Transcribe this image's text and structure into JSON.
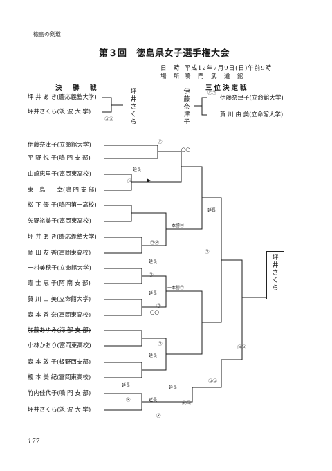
{
  "header": {
    "running_head": "徳島の剣道",
    "title": "第３回　徳島県女子選手権大会",
    "date_label": "日　時",
    "date_value": "平成12年7月9日(日)午前9時",
    "venue_label": "場　所",
    "venue_value": "鳴　門　武　道　館"
  },
  "final": {
    "heading": "決　勝　戦",
    "player_a": "坪 井 あ き(慶応義塾大学)",
    "player_b": "坪井さくら(筑 波 大 学)",
    "winner_vertical": "坪井さくら",
    "score": "㋙㋱"
  },
  "third_place": {
    "heading": "三位決定戦",
    "player_a": "伊藤奈津子(立命館大学)",
    "player_b": "賀 川 由 美(立命館大学)",
    "winner_vertical": "伊藤奈津子",
    "score": "㋱㋙"
  },
  "bracket": {
    "players": [
      {
        "name": "伊藤奈津子(立命館大学)",
        "struck": false
      },
      {
        "name": "平 野 悦 子(鳴 門 支 部)",
        "struck": false
      },
      {
        "name": "山崎恵里子(富岡東高校)",
        "struck": false
      },
      {
        "name": "東　島　　幸(鳴 門 支 部)",
        "struck": true
      },
      {
        "name": "松 下 優 子(鳴門第一高校)",
        "struck": true
      },
      {
        "name": "矢野裕美子(富岡東高校)",
        "struck": false
      },
      {
        "name": "坪 井 あ き(慶応義塾大学)",
        "struck": false
      },
      {
        "name": "岡 田 友 香(富岡東高校)",
        "struck": false
      },
      {
        "name": "一村美穂子(立命館大学)",
        "struck": false
      },
      {
        "name": "竈 士 恵 子(阿 南 支 部)",
        "struck": false
      },
      {
        "name": "賀 川 由 美(立命館大学)",
        "struck": false
      },
      {
        "name": "森 本 香 奈(富岡東高校)",
        "struck": false
      },
      {
        "name": "加藤あゆみ(海 部 支 部)",
        "struck": true
      },
      {
        "name": "小林かおり(富岡東高校)",
        "struck": false
      },
      {
        "name": "森 本 敦 子(板野西支部)",
        "struck": false
      },
      {
        "name": "榎 本 美 紀(富岡東高校)",
        "struck": false
      },
      {
        "name": "竹内佳代子(鳴 門 支 部)",
        "struck": false
      },
      {
        "name": "坪井さくら(筑 波 大 学)",
        "struck": false
      }
    ],
    "annotations": {
      "m1": "㋱",
      "oo1": "〇〇",
      "encho1": "延長",
      "m2": "㋱",
      "encho_mid": "延長",
      "ippon1": "一本勝㋙",
      "kd": "㋙㋱",
      "encho2": "延長",
      "k1": "㋙",
      "k2": "㋙",
      "ippon2": "一本勝㋙",
      "encho3": "延長",
      "k3": "㋙",
      "oo2": "〇〇",
      "k4": "㋙",
      "encho4": "延長",
      "km": "㋙㋱",
      "encho5": "延長",
      "encho6": "延長",
      "kk": "㋙㋙",
      "m3": "㋱",
      "encho7": "延長",
      "m4": "㋱",
      "mk": "㋱㋙"
    },
    "champion": "坪井さくら"
  },
  "page_number": "177"
}
